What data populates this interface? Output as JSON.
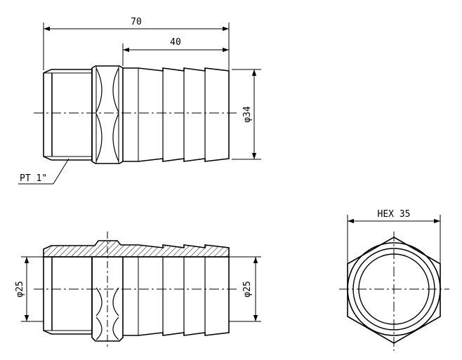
{
  "drawing": {
    "dims": {
      "overall_length": "70",
      "hose_length": "40",
      "outer_diameter": "φ34",
      "thread": "PT 1\"",
      "bore_left": "φ25",
      "bore_right": "φ25",
      "hex_size": "HEX 35"
    }
  }
}
